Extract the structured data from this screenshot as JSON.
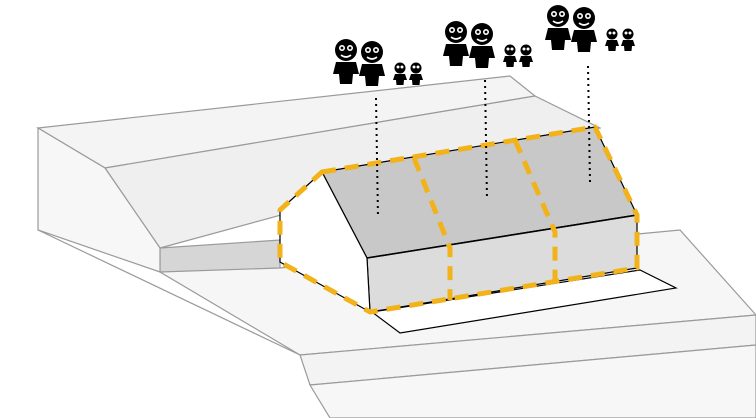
{
  "scene": {
    "subject": "terraced-house-block-on-sloped-terrain",
    "house_count": 3,
    "households": [
      {
        "adults": 2,
        "children": 2
      },
      {
        "adults": 2,
        "children": 2
      },
      {
        "adults": 2,
        "children": 2
      }
    ]
  },
  "colors": {
    "background": "#ffffff",
    "terrain_fill": "#f2f2f2",
    "terrain_stroke": "#9a9a9a",
    "retaining_wall": "#d6d6d6",
    "roof": "#c8c8c8",
    "facade": "#dcdcdc",
    "gable": "#ffffff",
    "building_outline": "#000000",
    "boundary_dash": "#f2b21a",
    "people": "#000000"
  },
  "icons": [
    "family-icon",
    "adult-figure-icon",
    "child-figure-icon"
  ]
}
